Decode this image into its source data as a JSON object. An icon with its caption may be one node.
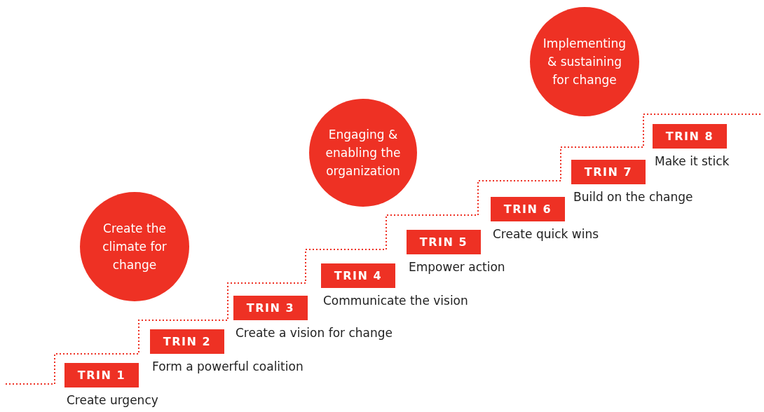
{
  "diagram": {
    "nodes": [
      {
        "text": [
          "Create the climate for change"
        ]
      },
      {
        "text": [
          "Engaging & enabling the organization"
        ]
      },
      {
        "text": [
          "Implementing & sustaining for change"
        ]
      },
      {
        "text": [
          "TRIN 1"
        ],
        "beside": [
          "Create urgency"
        ]
      },
      {
        "text": [
          "TRIN 2"
        ],
        "beside": [
          "Form a powerful coalition"
        ]
      },
      {
        "text": [
          "TRIN 3"
        ],
        "beside": [
          "Create a vision for change"
        ]
      },
      {
        "text": [
          "TRIN 4"
        ],
        "beside": [
          "Communicate the vision"
        ]
      },
      {
        "text": [
          "TRIN 5"
        ],
        "beside": [
          "Empower action"
        ]
      },
      {
        "text": [
          "TRIN 6"
        ],
        "beside": [
          "Create quick wins"
        ]
      },
      {
        "text": [
          "TRIN 7"
        ],
        "beside": [
          "Build on the change"
        ]
      },
      {
        "text": [
          "TRIN 8"
        ],
        "beside": [
          "Make it stick"
        ]
      }
    ]
  }
}
